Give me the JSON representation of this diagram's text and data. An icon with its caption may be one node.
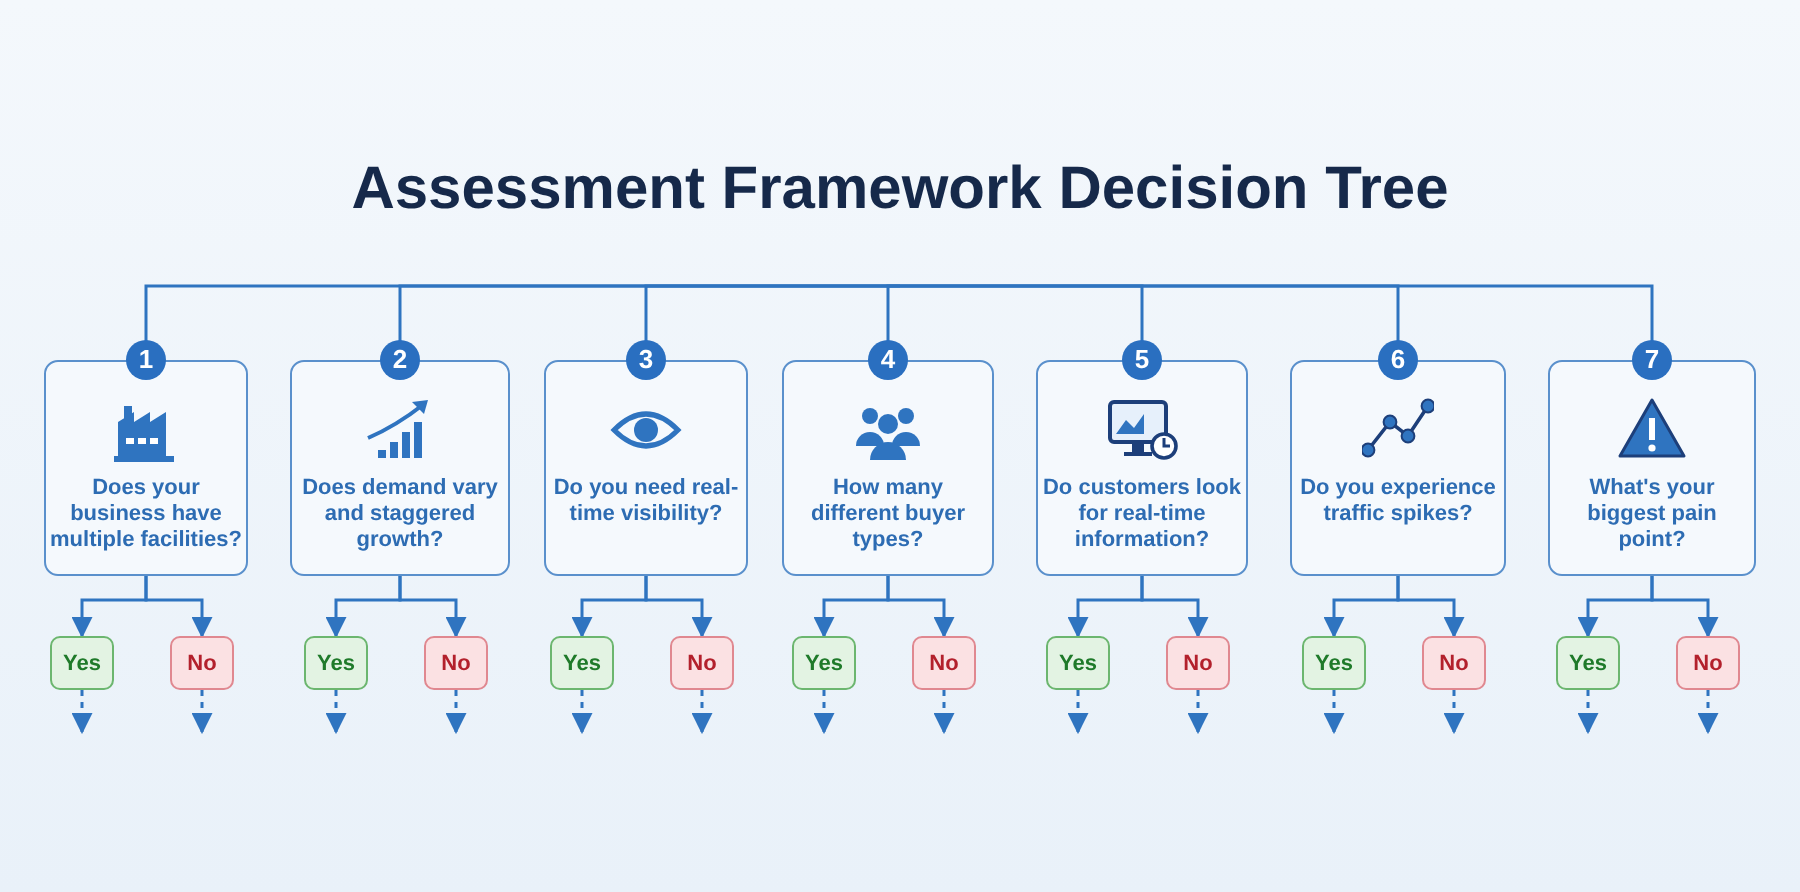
{
  "diagram": {
    "title": "Assessment Framework Decision Tree",
    "nodes": [
      {
        "text": [
          "1",
          "Does your business have multiple facilities?"
        ]
      },
      {
        "text": [
          "2",
          "Does demand vary and staggered growth?"
        ]
      },
      {
        "text": [
          "3",
          "Do you need real-time visibility?"
        ]
      },
      {
        "text": [
          "4",
          "How many different buyer types?"
        ]
      },
      {
        "text": [
          "5",
          "Do customers look for real-time information?"
        ]
      },
      {
        "text": [
          "6",
          "Do you experience traffic spikes?"
        ]
      },
      {
        "text": [
          "7",
          "What's your biggest pain point?"
        ]
      },
      {
        "text": [
          "Yes"
        ]
      },
      {
        "text": [
          "No"
        ]
      },
      {
        "text": [
          "Yes"
        ]
      },
      {
        "text": [
          "No"
        ]
      },
      {
        "text": [
          "Yes"
        ]
      },
      {
        "text": [
          "No"
        ]
      },
      {
        "text": [
          "Yes"
        ]
      },
      {
        "text": [
          "No"
        ]
      },
      {
        "text": [
          "Yes"
        ]
      },
      {
        "text": [
          "No"
        ]
      },
      {
        "text": [
          "Yes"
        ]
      },
      {
        "text": [
          "No"
        ]
      },
      {
        "text": [
          "Yes"
        ]
      },
      {
        "text": [
          "No"
        ]
      }
    ],
    "edges": [
      {
        "from": null,
        "to": 0,
        "arrow": "none"
      },
      {
        "from": null,
        "to": 1,
        "arrow": "none"
      },
      {
        "from": null,
        "to": 2,
        "arrow": "none"
      },
      {
        "from": null,
        "to": 3,
        "arrow": "none"
      },
      {
        "from": null,
        "to": 4,
        "arrow": "none"
      },
      {
        "from": null,
        "to": 5,
        "arrow": "none"
      },
      {
        "from": null,
        "to": 6,
        "arrow": "none"
      },
      {
        "from": 0,
        "to": 7,
        "arrow": "to"
      },
      {
        "from": 0,
        "to": 8,
        "arrow": "to"
      },
      {
        "from": 1,
        "to": 9,
        "arrow": "to"
      },
      {
        "from": 1,
        "to": 10,
        "arrow": "to"
      },
      {
        "from": 2,
        "to": 11,
        "arrow": "to"
      },
      {
        "from": 2,
        "to": 12,
        "arrow": "to"
      },
      {
        "from": 3,
        "to": 13,
        "arrow": "to"
      },
      {
        "from": 3,
        "to": 14,
        "arrow": "to"
      },
      {
        "from": 4,
        "to": 15,
        "arrow": "to"
      },
      {
        "from": 4,
        "to": 16,
        "arrow": "to"
      },
      {
        "from": 5,
        "to": 17,
        "arrow": "to"
      },
      {
        "from": 5,
        "to": 18,
        "arrow": "to"
      },
      {
        "from": 6,
        "to": 19,
        "arrow": "to"
      },
      {
        "from": 6,
        "to": 20,
        "arrow": "to"
      },
      {
        "from": 7,
        "to": null,
        "arrow": "to",
        "style": "dashed"
      },
      {
        "from": 8,
        "to": null,
        "arrow": "to",
        "style": "dashed"
      },
      {
        "from": 9,
        "to": null,
        "arrow": "to",
        "style": "dashed"
      },
      {
        "from": 10,
        "to": null,
        "arrow": "to",
        "style": "dashed"
      },
      {
        "from": 11,
        "to": null,
        "arrow": "to",
        "style": "dashed"
      },
      {
        "from": 12,
        "to": null,
        "arrow": "to",
        "style": "dashed"
      },
      {
        "from": 13,
        "to": null,
        "arrow": "to",
        "style": "dashed"
      },
      {
        "from": 14,
        "to": null,
        "arrow": "to",
        "style": "dashed"
      },
      {
        "from": 15,
        "to": null,
        "arrow": "to",
        "style": "dashed"
      },
      {
        "from": 16,
        "to": null,
        "arrow": "to",
        "style": "dashed"
      },
      {
        "from": 17,
        "to": null,
        "arrow": "to",
        "style": "dashed"
      },
      {
        "from": 18,
        "to": null,
        "arrow": "to",
        "style": "dashed"
      },
      {
        "from": 19,
        "to": null,
        "arrow": "to",
        "style": "dashed"
      },
      {
        "from": 20,
        "to": null,
        "arrow": "to",
        "style": "dashed"
      }
    ]
  }
}
